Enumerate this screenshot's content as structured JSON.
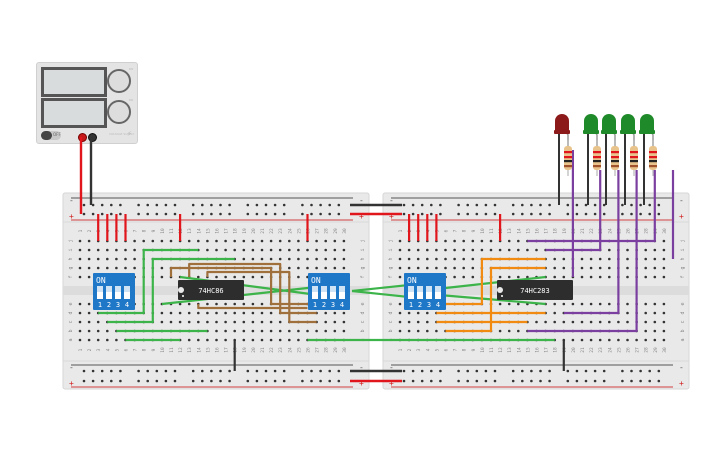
{
  "power_supply": {
    "switch_label": "OFF",
    "knob1_label": "CV",
    "knob2_label": "CC",
    "brand": "VOLTAGE SUPPLY"
  },
  "breadboards": [
    {
      "name": "left",
      "columns": 30,
      "rows_top": [
        "j",
        "i",
        "h",
        "g",
        "f"
      ],
      "rows_bottom": [
        "e",
        "d",
        "c",
        "b",
        "a"
      ],
      "rail_minus": "-",
      "rail_plus": "+"
    },
    {
      "name": "right",
      "columns": 30,
      "rows_top": [
        "j",
        "i",
        "h",
        "g",
        "f"
      ],
      "rows_bottom": [
        "e",
        "d",
        "c",
        "b",
        "a"
      ],
      "rail_minus": "-",
      "rail_plus": "+"
    }
  ],
  "chips": [
    {
      "label": "74HC86"
    },
    {
      "label": "74HC283"
    }
  ],
  "dip_switches": [
    {
      "on_label": "ON",
      "positions": [
        "1",
        "2",
        "3",
        "4"
      ]
    },
    {
      "on_label": "ON",
      "positions": [
        "1",
        "2",
        "3",
        "4"
      ]
    },
    {
      "on_label": "ON",
      "positions": [
        "1",
        "2",
        "3",
        "4"
      ]
    }
  ],
  "leds": [
    {
      "color": "red",
      "hex": "#8c1a1a"
    },
    {
      "color": "green",
      "hex": "#1f8a2a"
    },
    {
      "color": "green",
      "hex": "#1f8a2a"
    },
    {
      "color": "green",
      "hex": "#1f8a2a"
    },
    {
      "color": "green",
      "hex": "#1f8a2a"
    }
  ],
  "wire_colors": {
    "red": "#e0161c",
    "black": "#333333",
    "green": "#3cb44a",
    "brown": "#a0703c",
    "orange": "#f08a10",
    "purple": "#7b3fa0"
  }
}
